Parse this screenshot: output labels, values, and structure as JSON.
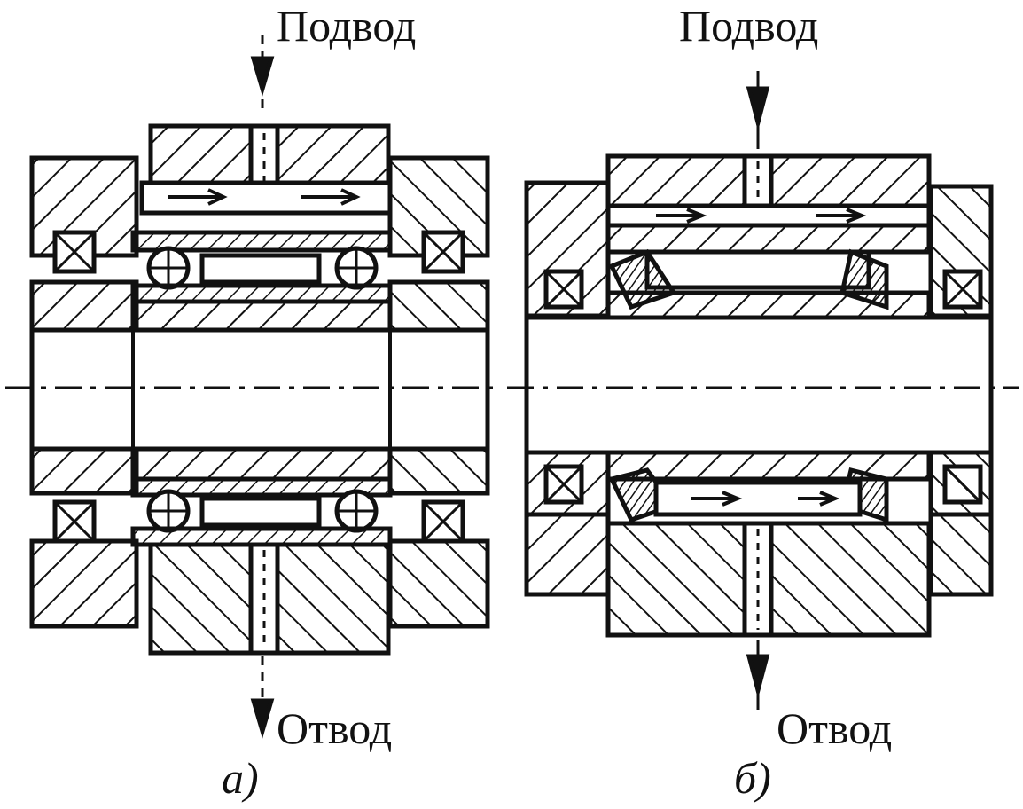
{
  "figure": {
    "left_panel": {
      "inlet_label": "Подвод",
      "outlet_label": "Отвод",
      "caption": "а)"
    },
    "right_panel": {
      "inlet_label": "Подвод",
      "outlet_label": "Отвод",
      "caption": "б)"
    }
  },
  "colors": {
    "ink": "#111111",
    "paper": "#ffffff"
  }
}
